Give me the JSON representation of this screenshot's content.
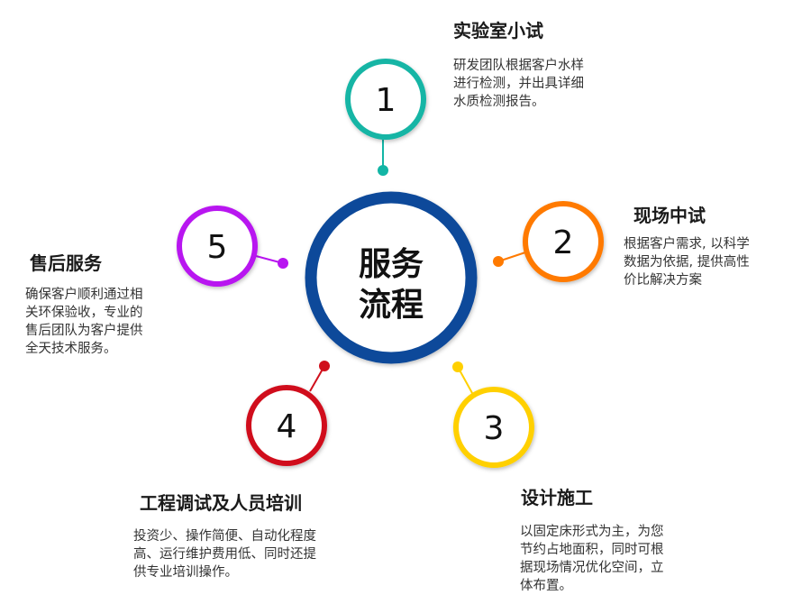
{
  "center": {
    "line1": "服务",
    "line2": "流程",
    "color": "#0d4a9a"
  },
  "steps": [
    {
      "number": "1",
      "title": "实验室小试",
      "color": "#12b5a5",
      "desc": [
        "研发团队根据客户水样",
        "进行检测，并出具详细",
        "水质检测报告。"
      ]
    },
    {
      "number": "2",
      "title": "现场中试",
      "color": "#ff7a00",
      "desc": [
        "根据客户需求, 以科学",
        "数据为依据, 提供高性",
        "价比解决方案"
      ]
    },
    {
      "number": "3",
      "title": "设计施工",
      "color": "#ffd000",
      "desc": [
        "以固定床形式为主，为您",
        "节约占地面积，同时可根",
        "据现场情况优化空间，立",
        "体布置。"
      ]
    },
    {
      "number": "4",
      "title": "工程调试及人员培训",
      "color": "#d0101c",
      "desc": [
        "投资少、操作简便、自动化程度",
        "高、运行维护费用低、同时还提",
        "供专业培训操作。"
      ]
    },
    {
      "number": "5",
      "title": "售后服务",
      "color": "#b814f0",
      "desc": [
        "确保客户顺利通过相",
        "关环保验收，专业的",
        "售后团队为客户提供",
        "全天技术服务。"
      ]
    }
  ]
}
